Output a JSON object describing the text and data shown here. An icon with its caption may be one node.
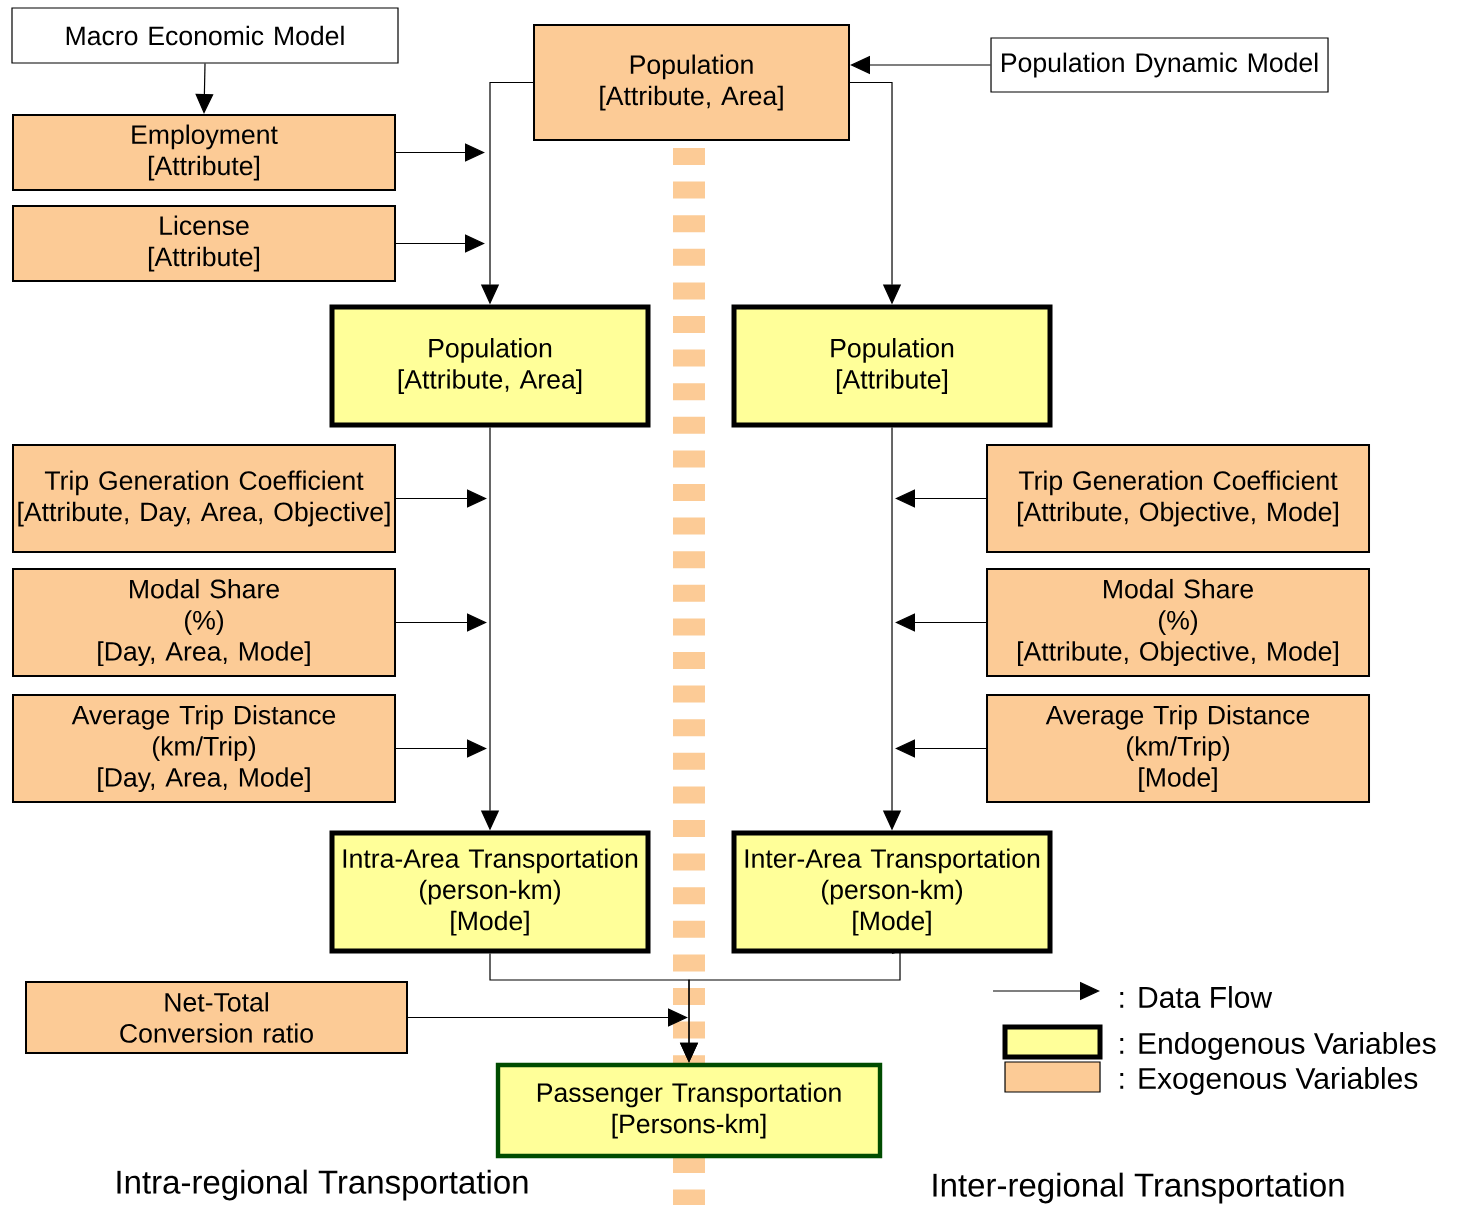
{
  "diagram": {
    "nodes": [
      {
        "text": [
          "Macro Economic Model"
        ]
      },
      {
        "text": [
          "Population [Attribute, Area]"
        ]
      },
      {
        "text": [
          "Population Dynamic Model"
        ]
      },
      {
        "text": [
          "Employment [Attribute]"
        ]
      },
      {
        "text": [
          "License [Attribute]"
        ]
      },
      {
        "text": [
          "Population [Attribute, Area]"
        ]
      },
      {
        "text": [
          "Population [Attribute]"
        ]
      },
      {
        "text": [
          "Trip Generation Coefficient [Attribute, Day, Area, Objective]"
        ]
      },
      {
        "text": [
          "Trip Generation Coefficient [Attribute, Objective, Mode]"
        ]
      },
      {
        "text": [
          "Modal Share (%) [Day, Area, Mode]"
        ]
      },
      {
        "text": [
          "Modal Share (%) [Attribute, Objective, Mode]"
        ]
      },
      {
        "text": [
          "Average Trip Distance (km/Trip) [Day, Area, Mode]"
        ]
      },
      {
        "text": [
          "Average Trip Distance (km/Trip) [Mode]"
        ]
      },
      {
        "text": [
          "Intra-Area Transportation (person-km) [Mode]"
        ]
      },
      {
        "text": [
          "Inter-Area Transportation (person-km) [Mode]"
        ]
      },
      {
        "text": [
          "Net-Total Conversion ratio"
        ]
      },
      {
        "text": [
          "Passenger Transportation [Persons-km]"
        ]
      }
    ],
    "edges": [
      {
        "from": 0,
        "to": 3,
        "arrow": "to"
      },
      {
        "from": 2,
        "to": 1,
        "arrow": "to"
      },
      {
        "from": 1,
        "to": 5,
        "arrow": "to"
      },
      {
        "from": 1,
        "to": 6,
        "arrow": "to"
      },
      {
        "from": 3,
        "to": null,
        "arrow": "to"
      },
      {
        "from": 4,
        "to": null,
        "arrow": "to"
      },
      {
        "from": 5,
        "to": 13,
        "arrow": "to"
      },
      {
        "from": 6,
        "to": 14,
        "arrow": "to"
      },
      {
        "from": 7,
        "to": null,
        "arrow": "to"
      },
      {
        "from": 9,
        "to": null,
        "arrow": "to"
      },
      {
        "from": 11,
        "to": null,
        "arrow": "to"
      },
      {
        "from": 8,
        "to": null,
        "arrow": "to"
      },
      {
        "from": 10,
        "to": null,
        "arrow": "to"
      },
      {
        "from": 12,
        "to": null,
        "arrow": "to"
      },
      {
        "from": 13,
        "to": 16,
        "arrow": "to"
      },
      {
        "from": 14,
        "to": 16,
        "arrow": "to"
      },
      {
        "from": 15,
        "to": null,
        "arrow": "to"
      }
    ],
    "labels": [
      "Intra-regional Transportation",
      "Inter-regional Transportation"
    ],
    "legend": [
      {
        "text": ": Data Flow"
      },
      {
        "text": ": Endogenous Variables",
        "color": "#ffff99"
      },
      {
        "text": ": Exogenous Variables",
        "color": "#fccb96"
      }
    ]
  }
}
